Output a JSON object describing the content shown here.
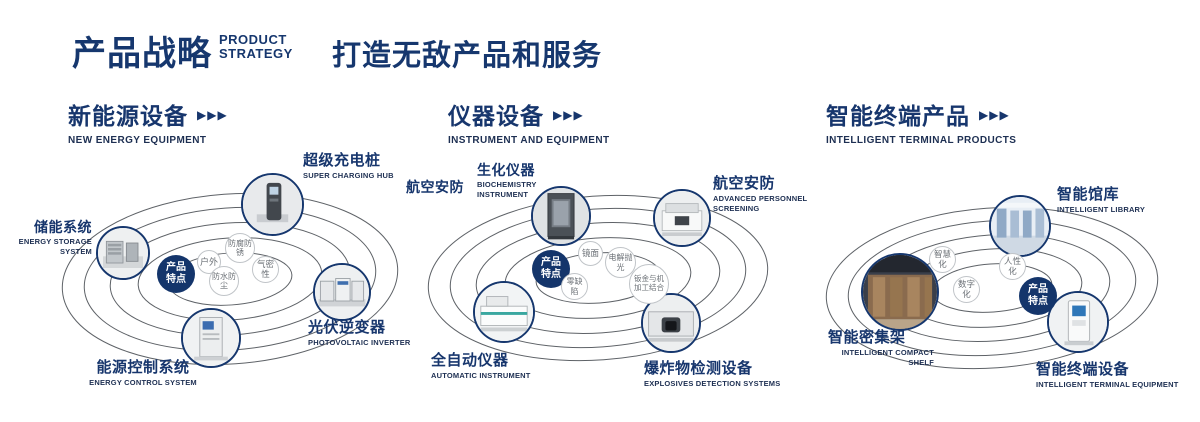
{
  "header": {
    "title_cn": "产品战略",
    "title_en_top": "PRODUCT",
    "title_en_bottom": "STRATEGY",
    "slogan": "打造无敌产品和服务"
  },
  "icons": {
    "triple_arrow": "▶▶▶"
  },
  "colors": {
    "accent": "#16376e",
    "badge": "#14356b",
    "bubble_border": "#c0c4c8"
  },
  "sections": [
    {
      "heading_cn": "新能源设备",
      "heading_en": "NEW ENERGY EQUIPMENT",
      "center_label_l1": "产品",
      "center_label_l2": "特点",
      "features": [
        {
          "label": "户外"
        },
        {
          "label": "防腐防锈"
        },
        {
          "label": "气密性"
        },
        {
          "label": "防水防尘"
        }
      ],
      "products": [
        {
          "cn": "储能系统",
          "en": "ENERGY STORAGE SYSTEM"
        },
        {
          "cn": "超级充电桩",
          "en": "SUPER CHARGING HUB"
        },
        {
          "cn": "光伏逆变器",
          "en": "PHOTOVOLTAIC INVERTER"
        },
        {
          "cn": "能源控制系统",
          "en": "ENERGY CONTROL SYSTEM"
        }
      ]
    },
    {
      "heading_cn": "仪器设备",
      "heading_en": "INSTRUMENT AND EQUIPMENT",
      "side_label": "航空安防",
      "center_label_l1": "产品",
      "center_label_l2": "特点",
      "features": [
        {
          "label": "镜面"
        },
        {
          "label": "电解抛光"
        },
        {
          "label": "零缺陷"
        },
        {
          "label": "钣金与机加工结合"
        }
      ],
      "products": [
        {
          "cn": "生化仪器",
          "en": "BIOCHEMISTRY INSTRUMENT"
        },
        {
          "cn": "航空安防",
          "en": "ADVANCED PERSONNEL SCREENING"
        },
        {
          "cn": "全自动仪器",
          "en": "AUTOMATIC INSTRUMENT"
        },
        {
          "cn": "爆炸物检测设备",
          "en": "EXPLOSIVES DETECTION SYSTEMS"
        }
      ]
    },
    {
      "heading_cn": "智能终端产品",
      "heading_en": "INTELLIGENT TERMINAL PRODUCTS",
      "center_label_l1": "产品",
      "center_label_l2": "特点",
      "features": [
        {
          "label": "智慧化"
        },
        {
          "label": "人性化"
        },
        {
          "label": "数字化"
        }
      ],
      "products": [
        {
          "cn": "智能馆库",
          "en": "INTELLIGENT LIBRARY"
        },
        {
          "cn": "智能密集架",
          "en": "INTELLIGENT COMPACT SHELF"
        },
        {
          "cn": "智能终端设备",
          "en": "INTELLIGENT TERMINAL EQUIPMENT"
        }
      ]
    }
  ]
}
